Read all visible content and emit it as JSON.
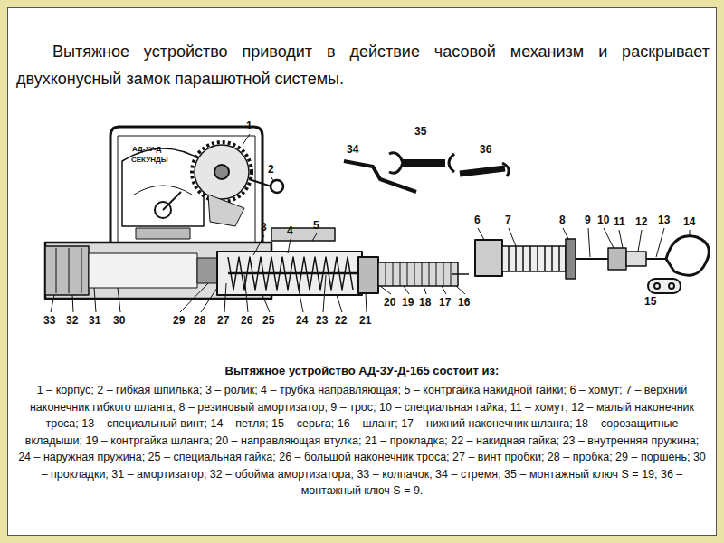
{
  "diagram": {
    "title": "Вытяжное устройство приводит в действие часовой механизм и раскрывает двухконусный замок парашютной системы.",
    "caption": "Вытяжное устройство АД-3У-Д-165 состоит из:",
    "labels": [
      "АД-3У-Д",
      "СЕКУНДЫ",
      "1",
      "2",
      "34",
      "35",
      "36",
      "3",
      "4",
      "5",
      "6",
      "7",
      "8",
      "9",
      "10",
      "11",
      "12",
      "13",
      "14",
      "15",
      "33",
      "32",
      "31",
      "30",
      "29",
      "28",
      "27",
      "26",
      "25",
      "24",
      "23",
      "22",
      "21",
      "20",
      "19",
      "18",
      "17",
      "16",
      "1 – корпус; 2 – гибкая шпилька; 3 – ролик; 4 – трубка направляющая; 5 – контргайка накидной гайки; 6 – хомут; 7 – верхний наконечник гибкого шланга; 8 – резиновый амортизатор; 9 – трос; 10 – специальная гайка; 11 – хомут; 12 – малый наконечник троса; 13 – специальный винт; 14 – петля; 15 – серьга; 16 – шланг; 17 – нижний наконечник шланга; 18 – сорозащитные вкладыши; 19 – контргайка шланга; 20 – направляющая втулка; 21 – прокладка; 22 – накидная гайка; 23 – внутренняя пружина; 24 – наружная пружина; 25 – специальная гайка; 26 – большой наконечник троса; 27 – винт пробки; 28 – пробка; 29 – поршень; 30 – прокладки; 31 – амортизатор; 32 – обойма амортизатора; 33 – колпачок; 34 – стремя; 35 – монтажный ключ S = 19; 36 – монтажный ключ S = 9."
    ]
  }
}
